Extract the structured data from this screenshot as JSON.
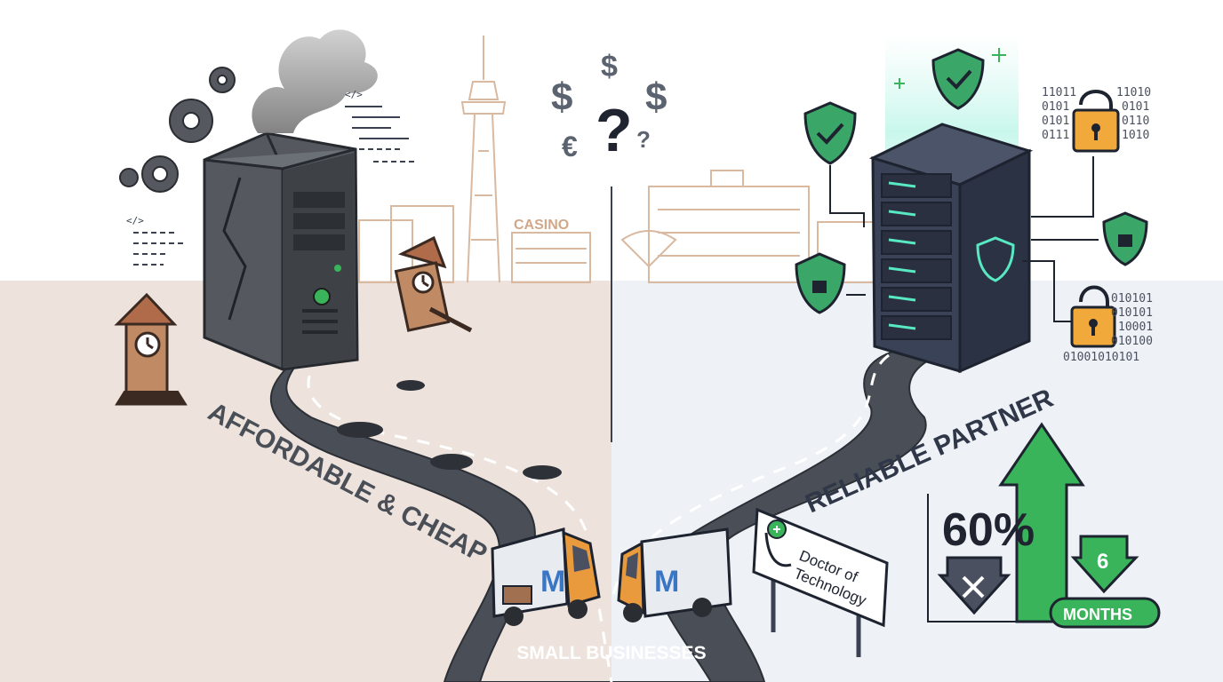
{
  "left": {
    "slogan": "AFFORDABLE & CHEAP",
    "code_tag": "</>",
    "casino_sign": "CASINO"
  },
  "center": {
    "currency": {
      "dollar": "$",
      "euro": "€",
      "question": "?"
    },
    "road_label": "SMALL BUSINESSES",
    "truck_logo": "M"
  },
  "right": {
    "slogan": "RELIABLE PARTNER",
    "billboard": {
      "line1": "Doctor of",
      "line2": "Technology"
    },
    "binary_top": [
      "11011",
      "0101",
      "0101",
      "0111"
    ],
    "binary_top_right": [
      "11010",
      "0101",
      "0110",
      "1010"
    ],
    "binary_bottom": [
      "010101",
      "010101",
      "10001",
      "010100",
      "01001010101"
    ],
    "stat": {
      "value": "60%",
      "months_value": "6",
      "months_label": "MONTHS"
    }
  },
  "colors": {
    "left_ground": "#ede3dc",
    "right_ground": "#eef2f7",
    "road": "#4a4f57",
    "green": "#3ab45a",
    "shield": "#3aa668",
    "lock": "#f0a93a",
    "dark": "#3a4150",
    "sketch": "#d9b9a0"
  }
}
